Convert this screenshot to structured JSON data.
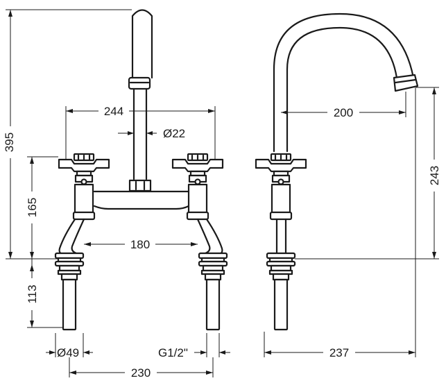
{
  "dimensions": {
    "total_height": "395",
    "left_spout_reach": "244",
    "spout_diameter": "Ø22",
    "handle_height": "165",
    "bridge_gap": "180",
    "tail_length": "113",
    "flange_diameter": "Ø49",
    "thread_size": "G1/2\"",
    "centres": "230",
    "right_spout_reach": "200",
    "spout_height": "243",
    "side_depth": "237"
  }
}
